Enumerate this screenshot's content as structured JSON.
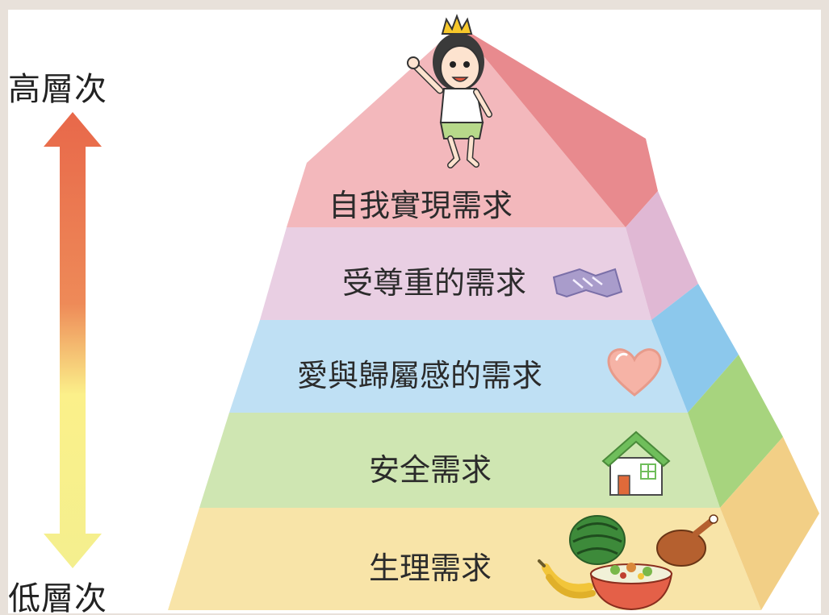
{
  "axis": {
    "top_label": "高層次",
    "bottom_label": "低層次",
    "gradient_colors": [
      "#e8684a",
      "#f09a5a",
      "#fbf38a",
      "#f4ef8e"
    ]
  },
  "pyramid": {
    "levels": [
      {
        "label": "自我實現需求",
        "front_color": "#f3b8bc",
        "side_color": "#e88a8e",
        "icon": "girl-with-crown-icon"
      },
      {
        "label": "受尊重的需求",
        "front_color": "#e9cfe3",
        "side_color": "#e0b8d4",
        "icon": "handshake-icon"
      },
      {
        "label": "愛與歸屬感的需求",
        "front_color": "#bfe0f4",
        "side_color": "#8cc8ec",
        "icon": "heart-icon"
      },
      {
        "label": "安全需求",
        "front_color": "#cfe6b2",
        "side_color": "#a7d47e",
        "icon": "house-icon"
      },
      {
        "label": "生理需求",
        "front_color": "#f8e4a8",
        "side_color": "#f2cf86",
        "icon": "food-icon"
      }
    ]
  }
}
